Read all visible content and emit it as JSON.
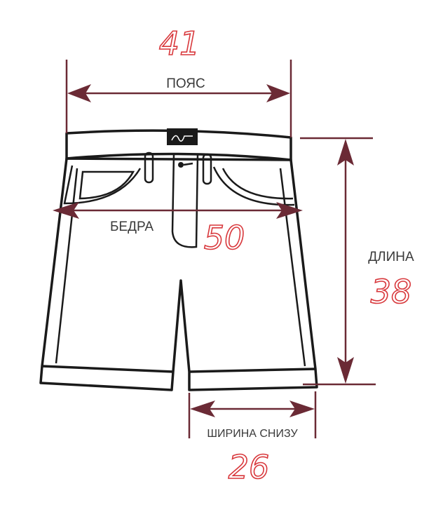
{
  "diagram": {
    "title": "Shorts size chart",
    "colors": {
      "arrow": "#6b2a35",
      "handwriting": "#d8383c",
      "outline": "#1a1a1a"
    },
    "measurements": [
      {
        "label": "ПОЯС",
        "value": "41"
      },
      {
        "label": "БЕДРА",
        "value": "50"
      },
      {
        "label": "ДЛИНА",
        "value": "38"
      },
      {
        "label": "ШИРИНА СНИЗУ",
        "value": "26"
      }
    ]
  }
}
